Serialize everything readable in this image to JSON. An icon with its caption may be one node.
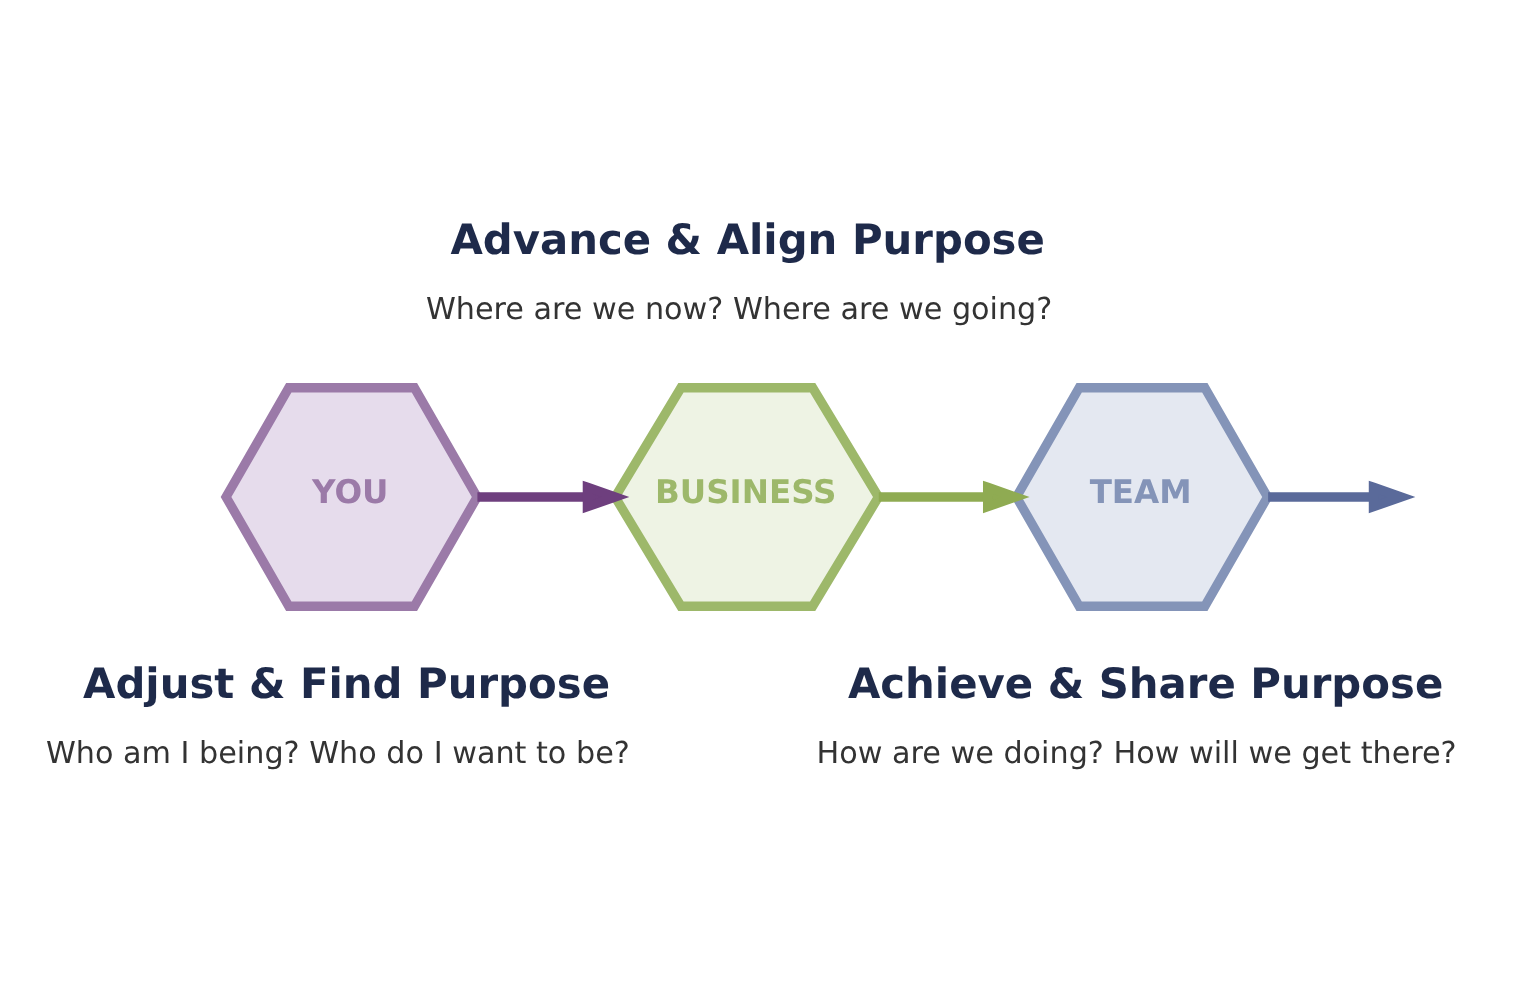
{
  "diagram": {
    "nodes": [
      {
        "text": [
          "YOU"
        ],
        "beside": [
          "Adjust & Find Purpose",
          "Who am I being? Who do I want to be?"
        ]
      },
      {
        "text": [
          "BUSINESS"
        ],
        "beside": [
          "Advance & Align Purpose",
          "Where are we now? Where are we going?"
        ]
      },
      {
        "text": [
          "TEAM"
        ],
        "beside": [
          "Achieve & Share Purpose",
          "How are we doing? How will we get there?"
        ]
      }
    ],
    "edges": [
      {
        "from": 0,
        "to": 1,
        "arrow": "to",
        "color": "#6e3f7e"
      },
      {
        "from": 1,
        "to": 2,
        "arrow": "to",
        "color": "#8fab52"
      },
      {
        "from": 2,
        "to": null,
        "arrow": "to",
        "color": "#5a6a9a"
      }
    ]
  }
}
